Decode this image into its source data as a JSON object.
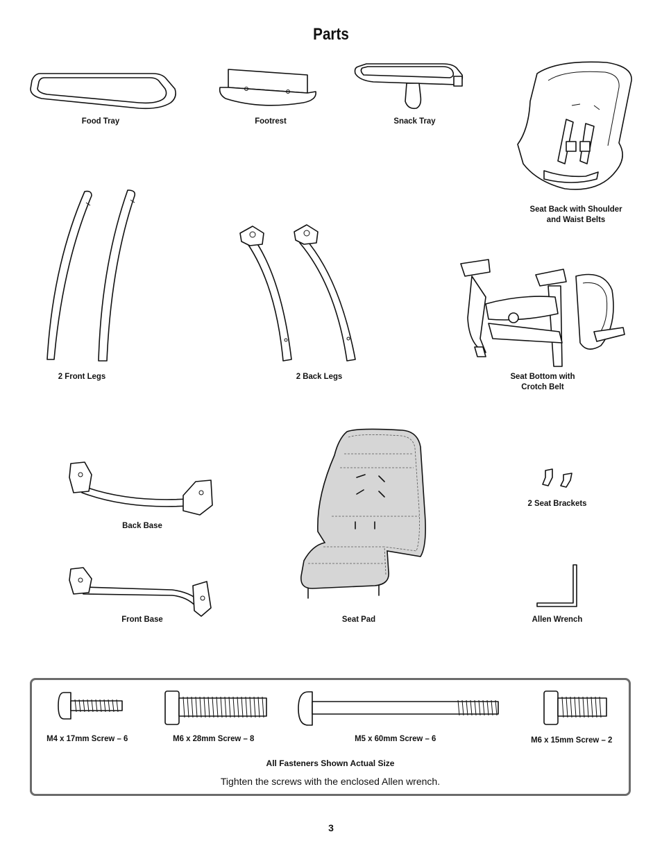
{
  "page": {
    "title": "Parts",
    "page_number": "3"
  },
  "parts": {
    "food_tray": "Food Tray",
    "footrest": "Footrest",
    "snack_tray": "Snack Tray",
    "seat_back_line1": "Seat Back with Shoulder",
    "seat_back_line2": "and Waist Belts",
    "front_legs": "2 Front Legs",
    "back_legs": "2 Back Legs",
    "seat_bottom_line1": "Seat Bottom with",
    "seat_bottom_line2": "Crotch Belt",
    "back_base": "Back Base",
    "seat_brackets": "2 Seat Brackets",
    "front_base": "Front Base",
    "seat_pad": "Seat Pad",
    "allen_wrench": "Allen Wrench"
  },
  "hardware": {
    "m4_17": "M4 x 17mm Screw – 6",
    "m6_28": "M6 x 28mm Screw – 8",
    "m5_60": "M5 x 60mm Screw – 6",
    "m6_15": "M6 x 15mm Screw – 2",
    "actual_size_note": "All Fasteners Shown Actual Size",
    "tighten_note": "Tighten the screws with the enclosed Allen wrench."
  }
}
